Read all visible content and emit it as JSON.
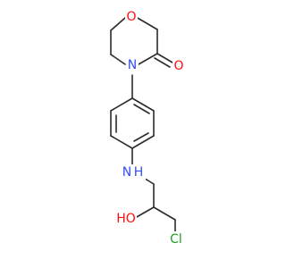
{
  "molecule": {
    "atoms": [
      {
        "id": "morph_O",
        "label": "O",
        "color": "#ff0d0d"
      },
      {
        "id": "morph_N",
        "label": "N",
        "color": "#3050f8"
      },
      {
        "id": "carbonyl_O",
        "label": "O",
        "color": "#ff0d0d"
      },
      {
        "id": "amine_N",
        "label": "N",
        "color": "#3050f8"
      },
      {
        "id": "amine_H",
        "label": "H",
        "color": "#3050f8"
      },
      {
        "id": "hydroxyl",
        "label": "HO",
        "color": "#ff0d0d"
      },
      {
        "id": "chlorine",
        "label": "Cl",
        "color": "#1fa01f"
      }
    ],
    "bond_color": "#2b2b2b"
  }
}
